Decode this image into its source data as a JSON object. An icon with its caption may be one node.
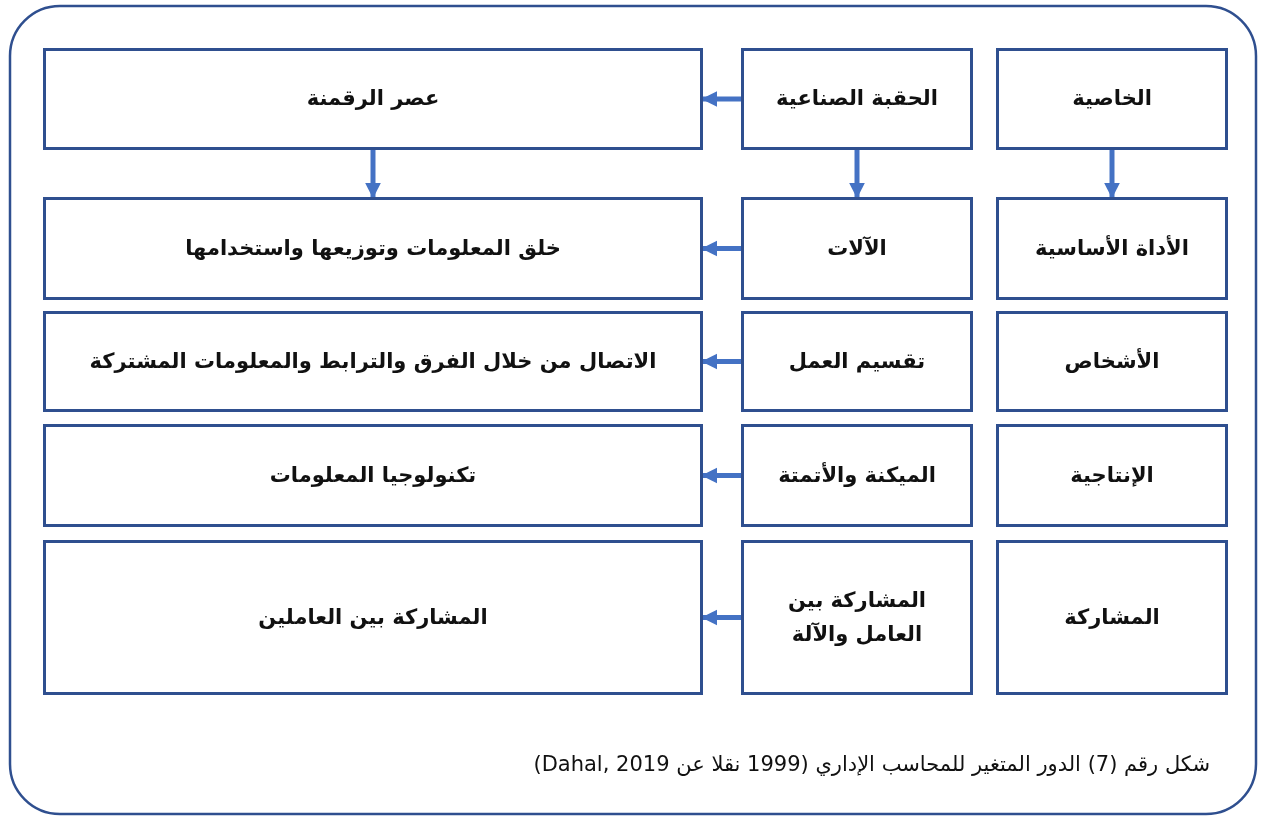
{
  "diagram": {
    "caption": "شكل رقم (7) الدور المتغير للمحاسب الإداري (1999 نقلا عن Dahal, 2019)",
    "nodes": [
      {
        "text": [
          "الخاصية"
        ]
      },
      {
        "text": [
          "الحقبة الصناعية"
        ]
      },
      {
        "text": [
          "عصر الرقمنة"
        ]
      },
      {
        "text": [
          "الأداة الأساسية"
        ]
      },
      {
        "text": [
          "الآلات"
        ]
      },
      {
        "text": [
          "خلق المعلومات وتوزيعها واستخدامها"
        ]
      },
      {
        "text": [
          "الأشخاص"
        ]
      },
      {
        "text": [
          "تقسيم العمل"
        ]
      },
      {
        "text": [
          "الاتصال من خلال الفرق والترابط والمعلومات المشتركة"
        ]
      },
      {
        "text": [
          "الإنتاجية"
        ]
      },
      {
        "text": [
          "الميكنة والأتمتة"
        ]
      },
      {
        "text": [
          "تكنولوجيا المعلومات"
        ]
      },
      {
        "text": [
          "المشاركة"
        ]
      },
      {
        "text": [
          "المشاركة بين العامل والآلة"
        ]
      },
      {
        "text": [
          "المشاركة بين العاملين"
        ]
      }
    ],
    "edges": [
      {
        "from": 1,
        "to": 2,
        "arrow": "to"
      },
      {
        "from": 0,
        "to": 3,
        "arrow": "to"
      },
      {
        "from": 1,
        "to": 4,
        "arrow": "to"
      },
      {
        "from": 2,
        "to": 5,
        "arrow": "to"
      },
      {
        "from": 4,
        "to": 5,
        "arrow": "to"
      },
      {
        "from": 7,
        "to": 8,
        "arrow": "to"
      },
      {
        "from": 10,
        "to": 11,
        "arrow": "to"
      },
      {
        "from": 13,
        "to": 14,
        "arrow": "to"
      }
    ]
  }
}
